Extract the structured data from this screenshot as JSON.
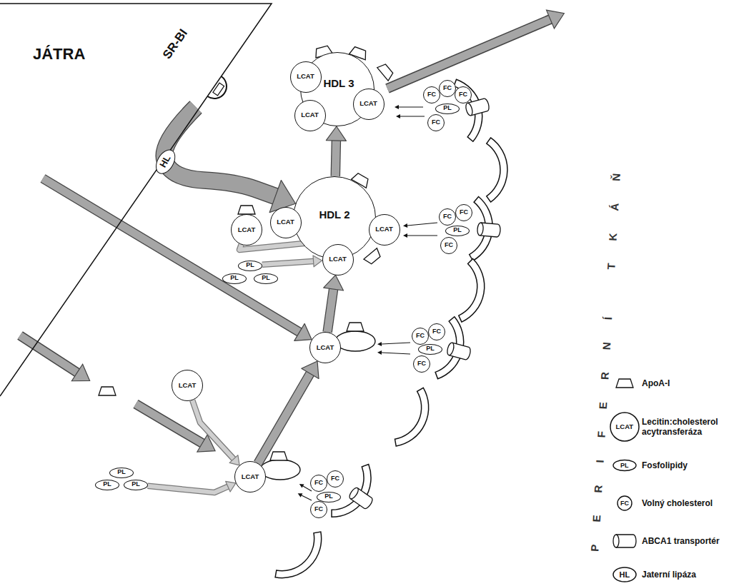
{
  "diagram": {
    "nodes": [
      {
        "text": [
          "JÁTRA"
        ]
      },
      {
        "text": [
          "HDL 3"
        ]
      },
      {
        "text": [
          "LCAT"
        ],
        "in": 1
      },
      {
        "text": [
          "LCAT"
        ],
        "in": 1
      },
      {
        "text": [
          "LCAT"
        ],
        "in": 1
      },
      {
        "text": [
          "FC"
        ]
      },
      {
        "text": [
          "FC"
        ]
      },
      {
        "text": [
          "FC"
        ]
      },
      {
        "text": [
          "PL"
        ]
      },
      {
        "text": [
          "FC"
        ]
      },
      {
        "text": [
          "HDL 2"
        ]
      },
      {
        "text": [
          "LCAT"
        ],
        "in": 10
      },
      {
        "text": [
          "LCAT"
        ],
        "in": 10
      },
      {
        "text": [
          "LCAT"
        ],
        "in": 10
      },
      {
        "text": [
          "LCAT"
        ]
      },
      {
        "text": [
          "PL"
        ]
      },
      {
        "text": [
          "PL"
        ]
      },
      {
        "text": [
          "PL"
        ]
      },
      {
        "text": [
          "FC"
        ]
      },
      {
        "text": [
          "FC"
        ]
      },
      {
        "text": [
          "PL"
        ]
      },
      {
        "text": [
          "FC"
        ]
      },
      {
        "text": [
          "LCAT"
        ]
      },
      {
        "text": [
          "FC"
        ]
      },
      {
        "text": [
          "FC"
        ]
      },
      {
        "text": [
          "PL"
        ]
      },
      {
        "text": [
          "FC"
        ]
      },
      {
        "text": [
          "LCAT"
        ]
      },
      {
        "text": [
          "LCAT"
        ]
      },
      {
        "text": [
          "PL"
        ]
      },
      {
        "text": [
          "PL"
        ]
      },
      {
        "text": [
          "PL"
        ]
      },
      {
        "text": [
          "FC"
        ]
      },
      {
        "text": [
          "FC"
        ]
      },
      {
        "text": [
          "PL"
        ]
      },
      {
        "text": [
          "FC"
        ]
      }
    ],
    "edges": [
      {
        "from": 0,
        "to": 10,
        "arrow": "to",
        "label": "HL"
      },
      {
        "from": 10,
        "to": 1,
        "arrow": "to"
      },
      {
        "from": 0,
        "to": 22,
        "arrow": "to"
      },
      {
        "from": 14,
        "to": 13,
        "arrow": "to"
      },
      {
        "from": 15,
        "to": 13,
        "arrow": "to"
      },
      {
        "from": 22,
        "to": 13,
        "arrow": "to"
      },
      {
        "from": 28,
        "to": 22,
        "arrow": "to"
      },
      {
        "from": 27,
        "to": 28,
        "arrow": "to"
      },
      {
        "from": 31,
        "to": 28,
        "arrow": "to"
      }
    ],
    "labels": [
      "SR-BI",
      "PERIFERNÍ TKÁŇ",
      "LCAT",
      "PL",
      "FC",
      "HL"
    ],
    "legend": [
      {
        "text": "ApoA-I"
      },
      {
        "text": "Lecitin:cholesterol acytransferáza"
      },
      {
        "text": "Fosfolipidy"
      },
      {
        "text": "Volný cholesterol"
      },
      {
        "text": "ABCA1 transportér"
      },
      {
        "text": "Jaterní lipáza"
      }
    ]
  }
}
